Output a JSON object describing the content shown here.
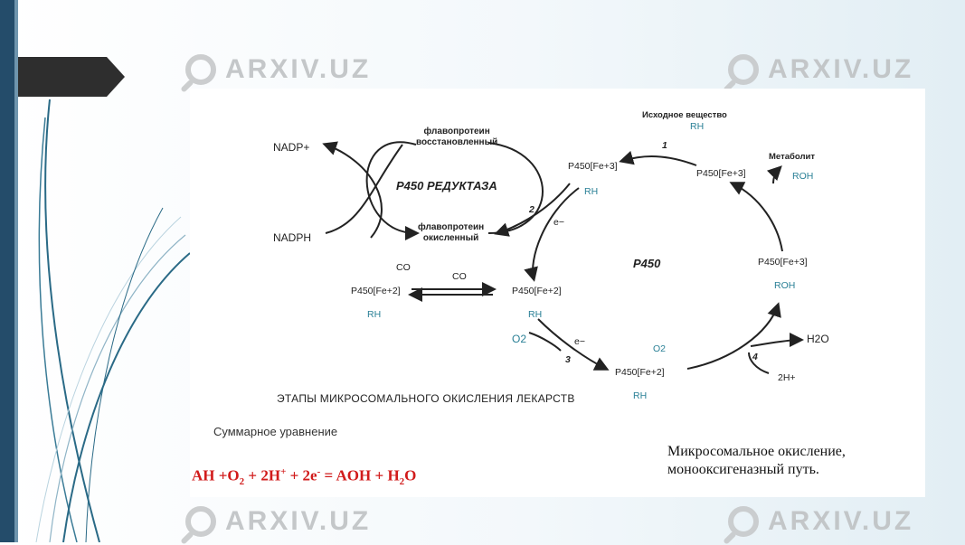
{
  "watermark": {
    "text": "ARXIV.UZ"
  },
  "diagram": {
    "initial_substance_label": "Исходное вещество",
    "rh": "RH",
    "metabolite_label": "Метаболит",
    "roh": "ROH",
    "nadp_plus": "NADP+",
    "nadph": "NADPH",
    "flavoprotein_reduced": [
      "флавопротеин",
      "восстановленный"
    ],
    "flavoprotein_oxidized": [
      "флавопротеин",
      "окисленный"
    ],
    "reductase_label": "P450 РЕДУКТАЗА",
    "cycle_label": "P450",
    "p450": "P450",
    "fe3": "[Fe+3]",
    "fe2": "[Fe+2]",
    "co": "CO",
    "o2": "O2",
    "h2o": "H2O",
    "electron": "e−",
    "two_h_plus": "2H+",
    "step_numbers": [
      "1",
      "2",
      "3",
      "4"
    ],
    "caption": "ЭТАПЫ МИКРОСОМАЛЬНОГО ОКИСЛЕНИЯ ЛЕКАРСТВ"
  },
  "summary_label": "Суммарное уравнение",
  "equation": {
    "parts": [
      "AH +O",
      "2",
      " + 2H",
      "+",
      " + 2e",
      "-",
      " = AOH + H",
      "2",
      "O"
    ],
    "color": "#d11b1b"
  },
  "note": {
    "line1": "Микросомальное окисление,",
    "line2": "монооксигеназный путь."
  },
  "colors": {
    "sidebar": "#244c6a",
    "teal_text": "#2a8096",
    "equation": "#d11b1b"
  }
}
